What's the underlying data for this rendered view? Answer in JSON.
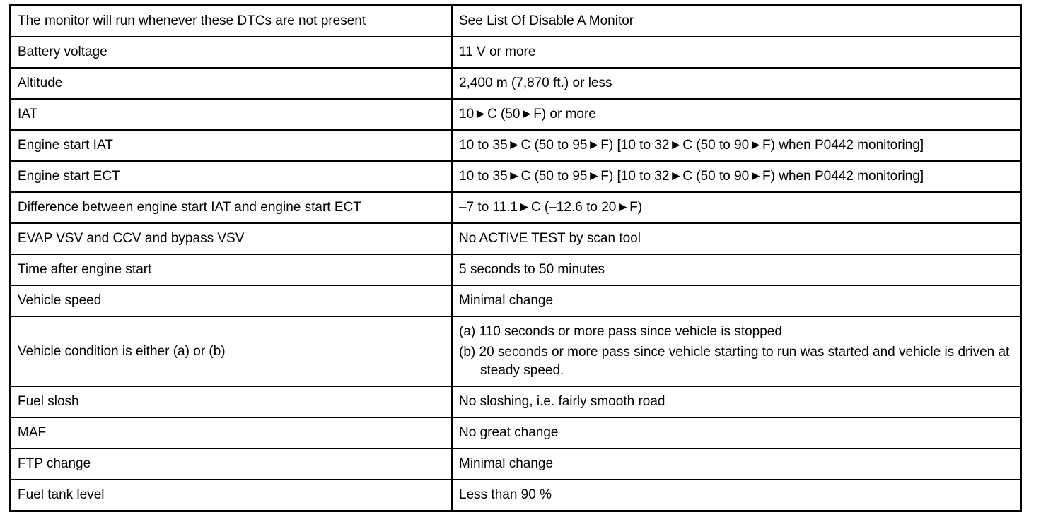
{
  "table": {
    "name": "monitor-enable-conditions",
    "columns": [
      "condition",
      "specification"
    ],
    "rows": [
      {
        "condition": "The monitor will run whenever these DTCs are not present",
        "value": [
          "See List Of Disable A Monitor"
        ]
      },
      {
        "condition": "Battery voltage",
        "value": [
          "11 V or more"
        ]
      },
      {
        "condition": "Altitude",
        "value": [
          "2,400 m (7,870 ft.) or less"
        ]
      },
      {
        "condition": "IAT",
        "value": [
          "10►C (50►F) or more"
        ]
      },
      {
        "condition": "Engine start IAT",
        "value": [
          "10 to 35►C (50 to 95►F) [10 to 32►C (50 to 90►F) when P0442 monitoring]"
        ]
      },
      {
        "condition": "Engine start ECT",
        "value": [
          "10 to 35►C (50 to 95►F) [10 to 32►C (50 to 90►F) when P0442 monitoring]"
        ]
      },
      {
        "condition": "Difference between engine start IAT and engine start ECT",
        "value": [
          "–7 to 11.1►C (–12.6 to 20►F)"
        ]
      },
      {
        "condition": "EVAP VSV and CCV and bypass VSV",
        "value": [
          "No ACTIVE TEST by scan tool"
        ]
      },
      {
        "condition": "Time after engine start",
        "value": [
          "5 seconds to 50 minutes"
        ]
      },
      {
        "condition": "Vehicle speed",
        "value": [
          "Minimal change"
        ]
      },
      {
        "condition": "Vehicle condition is either (a) or (b)",
        "value": [
          "(a) 110 seconds or more pass since vehicle is stopped",
          "(b) 20 seconds or more pass since vehicle starting to run was started and vehicle is driven at steady speed."
        ]
      },
      {
        "condition": "Fuel slosh",
        "value": [
          "No sloshing, i.e. fairly smooth road"
        ]
      },
      {
        "condition": "MAF",
        "value": [
          "No great change"
        ]
      },
      {
        "condition": "FTP change",
        "value": [
          "Minimal change"
        ]
      },
      {
        "condition": "Fuel tank level",
        "value": [
          "Less than 90 %"
        ]
      }
    ]
  }
}
